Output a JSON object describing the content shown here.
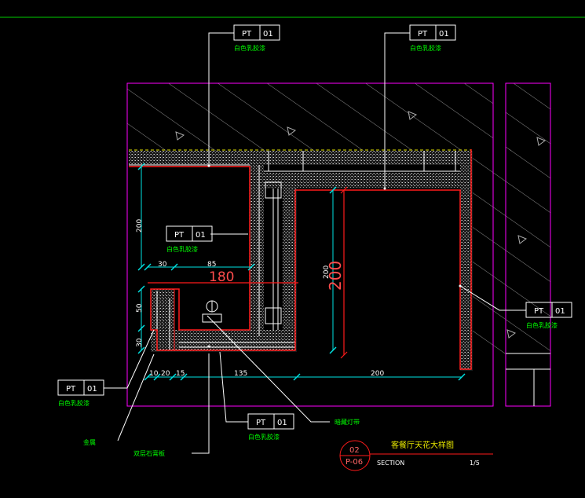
{
  "colors": {
    "background": "#000000",
    "frame": "#ff00ff",
    "line": "#ffffff",
    "outline": "#ff1a1a",
    "dimension": "#00ffff",
    "label": "#00ff00",
    "title": "#ffff00",
    "section_mark": "#ff1a1a",
    "concrete_fill": "#606060",
    "hatch": "#9a9a9a"
  },
  "tags": [
    {
      "code": "PT",
      "num": "01",
      "text": "白色乳胶漆"
    },
    {
      "code": "PT",
      "num": "01",
      "text": "白色乳胶漆"
    },
    {
      "code": "PT",
      "num": "01",
      "text": "白色乳胶漆"
    },
    {
      "code": "PT",
      "num": "01",
      "text": "白色乳胶漆"
    },
    {
      "code": "PT",
      "num": "01",
      "text": "白色乳胶漆"
    },
    {
      "code": "PT",
      "num": "01",
      "text": "白色乳胶漆"
    }
  ],
  "dims": {
    "d200_left": "200",
    "d30": "30",
    "d85": "85",
    "d180": "180",
    "d50": "50",
    "d30b": "30",
    "d10": "10",
    "d20": "20",
    "d15": "15",
    "d135": "135",
    "d200_bottom": "200",
    "d200_small": "200",
    "d200_big": "200"
  },
  "notes": {
    "metal": "金属",
    "gypsum": "双层石膏板",
    "led": "暗藏灯带"
  },
  "title_block": {
    "number": "02",
    "sheet": "P-06",
    "title": "客餐厅天花大样图",
    "section": "SECTION",
    "scale": "1/5"
  }
}
